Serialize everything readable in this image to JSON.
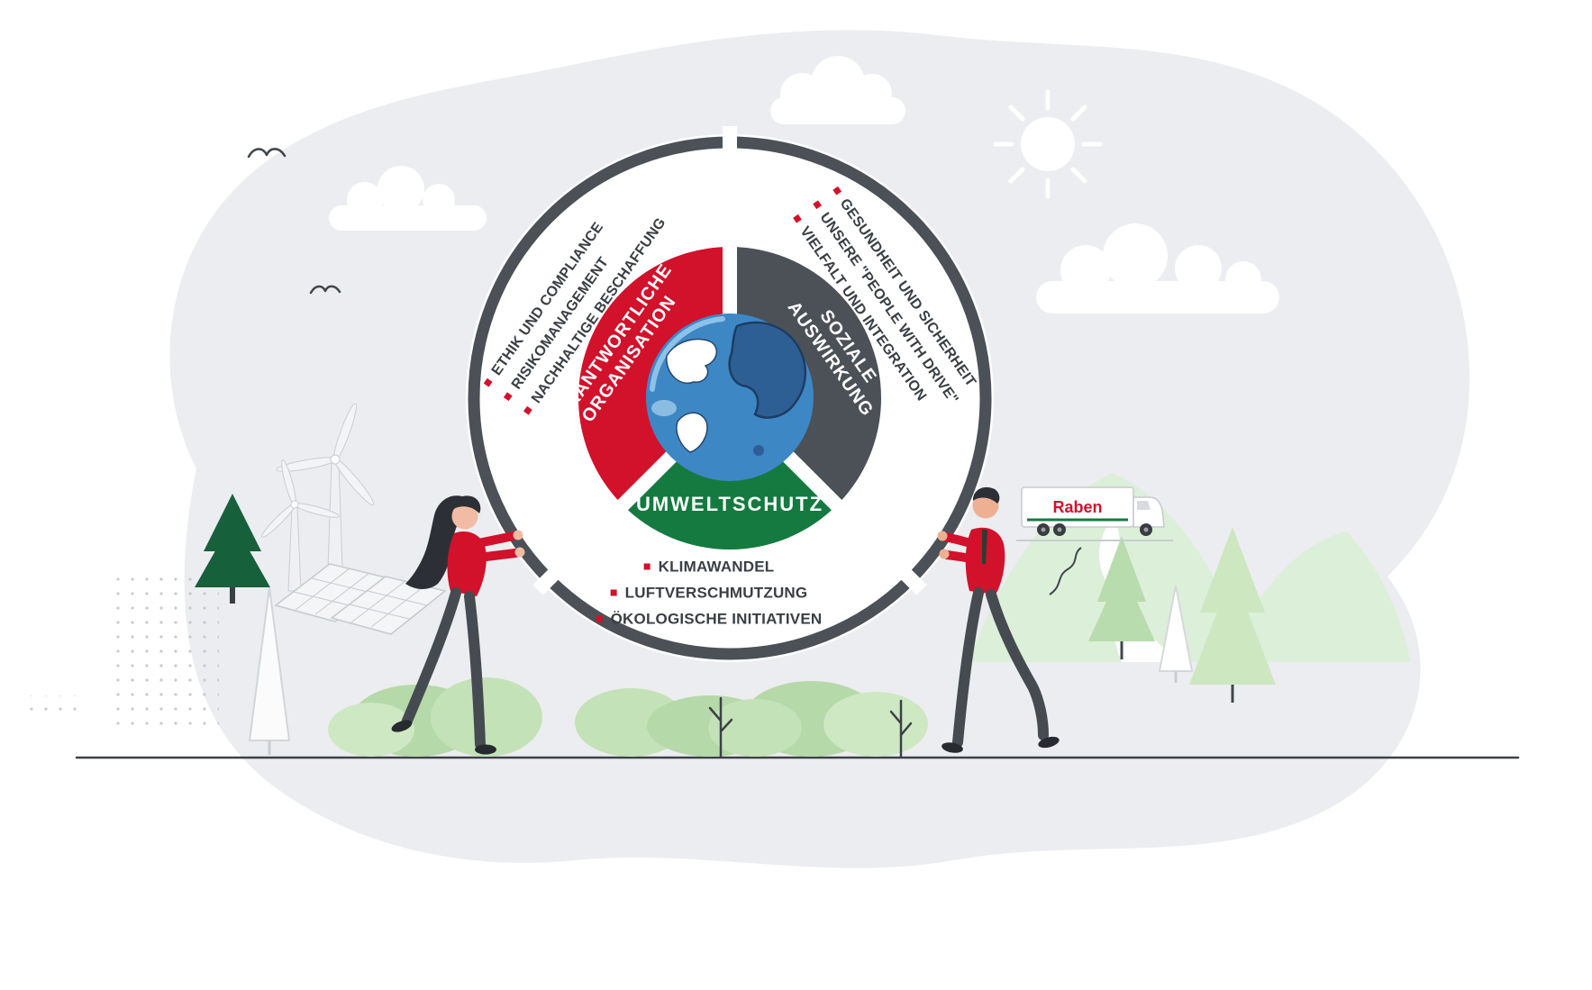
{
  "scene": {
    "truck_label": "Raben"
  },
  "wheel": {
    "segments": [
      {
        "id": "verantwortliche-organisation",
        "label_lines": [
          "VERANTWORTLICHE",
          "ORGANISATION"
        ],
        "color": "#d2112b",
        "bullets": [
          "ETHIK UND COMPLIANCE",
          "RISIKOMANAGEMENT",
          "NACHHALTIGE BESCHAFFUNG"
        ]
      },
      {
        "id": "soziale-auswirkung",
        "label_lines": [
          "SOZIALE",
          "AUSWIRKUNG"
        ],
        "color": "#4b5157",
        "bullets": [
          "GESUNDHEIT UND SICHERHEIT",
          "UNSERE \"PEOPLE WITH DRIVE\"",
          "VIELFALT UND INTEGRATION"
        ]
      },
      {
        "id": "umweltschutz",
        "label_lines": [
          "UMWELTSCHUTZ"
        ],
        "color": "#157a40",
        "bullets": [
          "KLIMAWANDEL",
          "LUFTVERSCHMUTZUNG",
          "ÖKOLOGISCHE INITIATIVEN"
        ]
      }
    ]
  },
  "colors": {
    "red": "#d2112b",
    "charcoal": "#4b5157",
    "green": "#157a40",
    "text": "#3a3f44",
    "blob": "#ecedf0"
  }
}
